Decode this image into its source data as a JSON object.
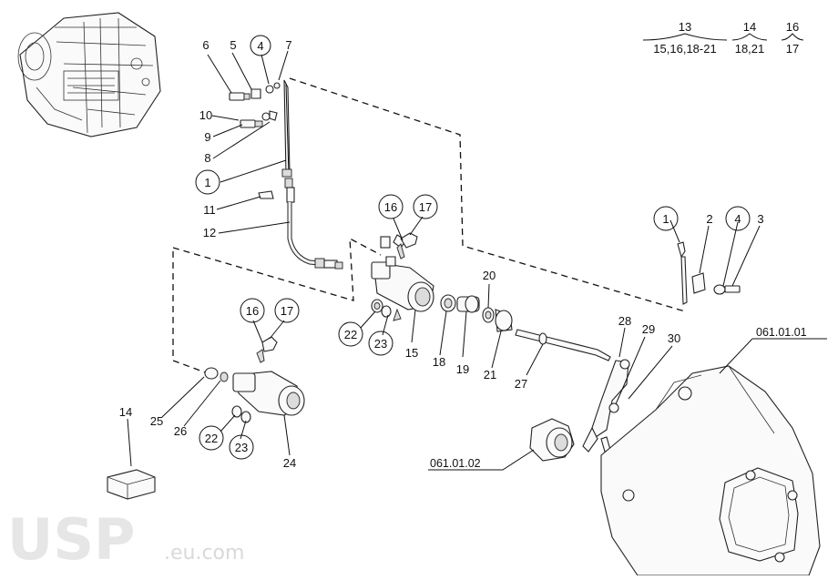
{
  "callouts": {
    "c1a": "1",
    "c1b": "1",
    "c2": "2",
    "c3": "3",
    "c4a": "4",
    "c4b": "4",
    "c5": "5",
    "c6": "6",
    "c7": "7",
    "c8": "8",
    "c9": "9",
    "c10": "10",
    "c11": "11",
    "c12": "12",
    "c14": "14",
    "c15": "15",
    "c16a": "16",
    "c16b": "16",
    "c17a": "17",
    "c17b": "17",
    "c18": "18",
    "c19": "19",
    "c20": "20",
    "c21": "21",
    "c22a": "22",
    "c22b": "22",
    "c23a": "23",
    "c23b": "23",
    "c24": "24",
    "c25": "25",
    "c26": "26",
    "c27": "27",
    "c28": "28",
    "c29": "29",
    "c30": "30"
  },
  "references": {
    "bellhousing": "061.01.01",
    "release_bearing": "061.01.02"
  },
  "groups": [
    {
      "top": "13",
      "bottom": "15,16,18-21"
    },
    {
      "top": "14",
      "bottom": "18,21"
    },
    {
      "top": "16",
      "bottom": "17"
    }
  ],
  "logo": {
    "main": "USP",
    "suffix": ".eu.com",
    "main_color": "#e6e6e6",
    "accent_color": "#f5c400"
  }
}
